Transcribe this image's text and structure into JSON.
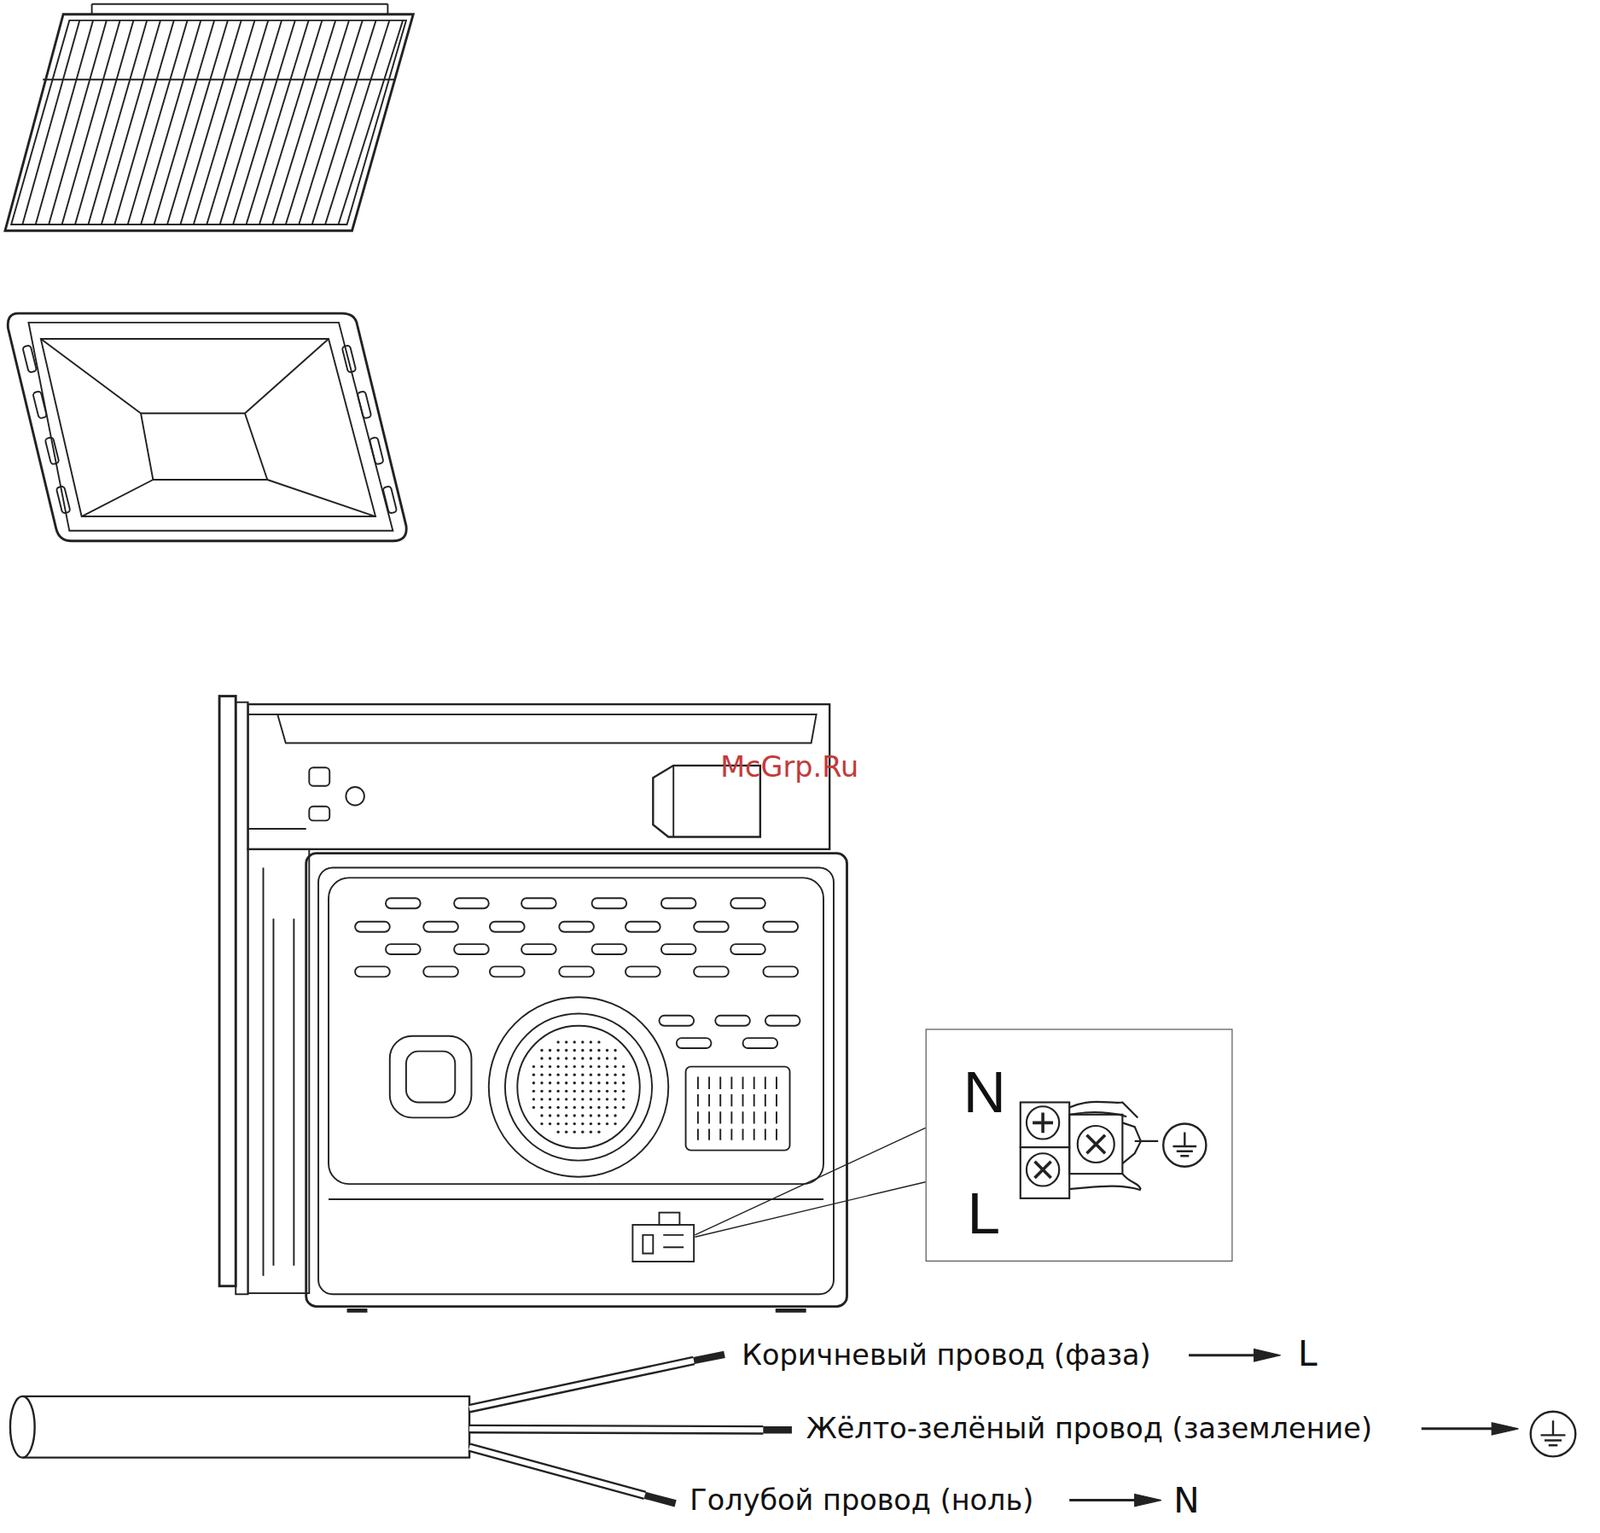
{
  "diagram": {
    "nodes": [
      {
        "text": [
          "N",
          "L"
        ]
      }
    ],
    "labels": [
      "McGrp.Ru",
      "Коричневый провод (фаза)",
      "L",
      "Жёлто-зелёный провод (заземление)",
      "Голубой провод (ноль)",
      "N"
    ]
  }
}
